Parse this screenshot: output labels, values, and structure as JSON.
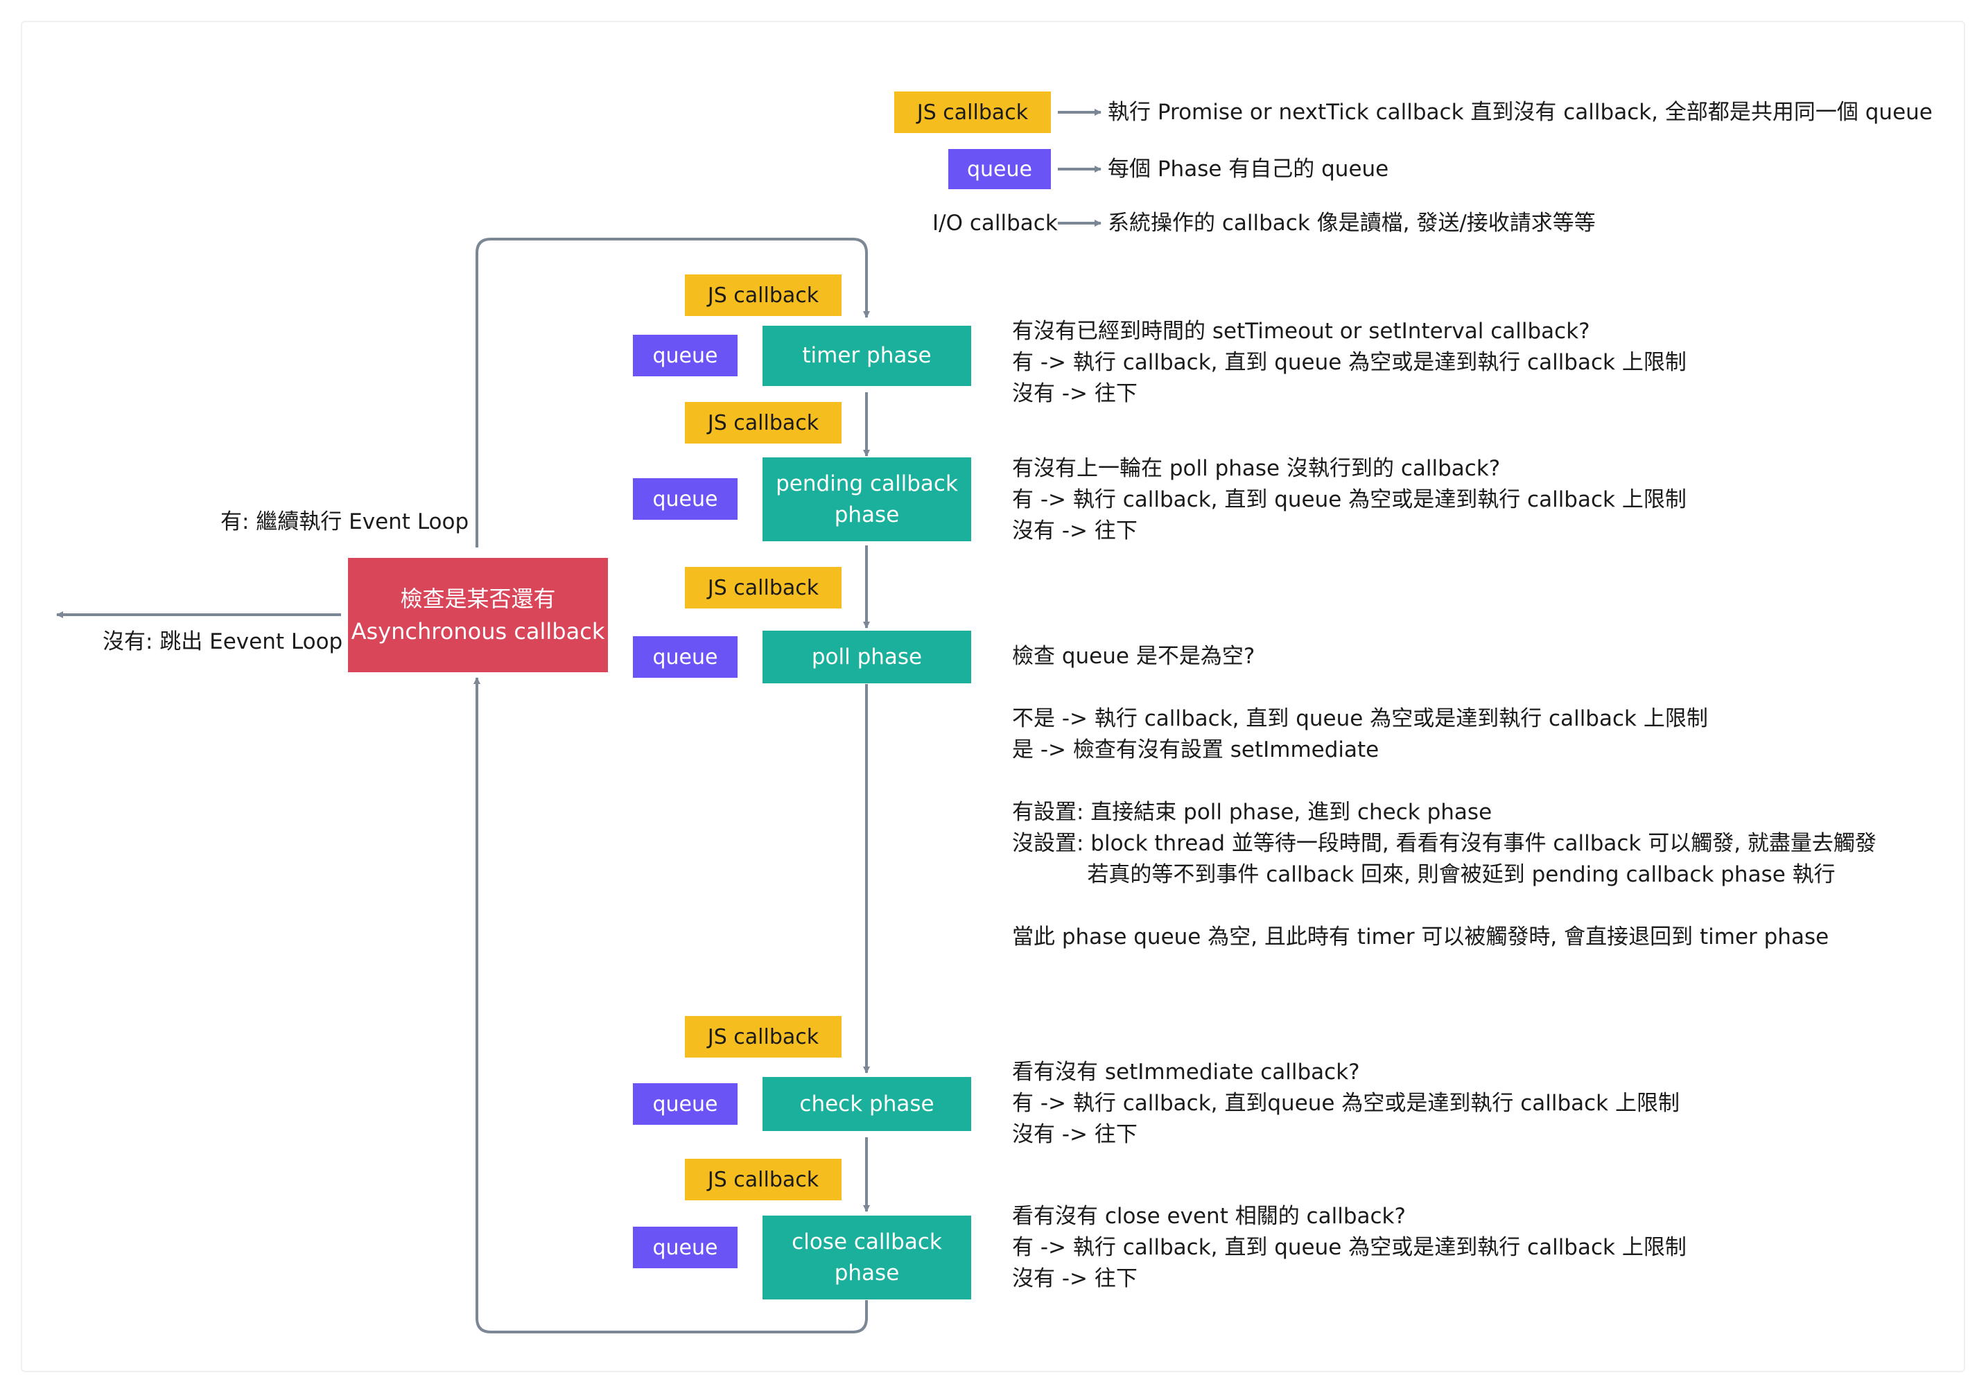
{
  "legend": [
    {
      "badge": "JS callback",
      "description": "執行 Promise or nextTick callback 直到沒有 callback, 全部都是共用同一個 queue"
    },
    {
      "badge": "queue",
      "description": "每個 Phase 有自己的 queue"
    },
    {
      "badge": "I/O callback",
      "description": "系統操作的 callback 像是讀檔, 發送/接收請求等等"
    }
  ],
  "phases": [
    {
      "id": "timer",
      "js_label": "JS callback",
      "queue_label": "queue",
      "name": "timer phase",
      "description": "有沒有已經到時間的 setTimeout or setInterval callback?\n有 -> 執行 callback, 直到 queue 為空或是達到執行 callback 上限制\n沒有 -> 往下"
    },
    {
      "id": "pending",
      "js_label": "JS callback",
      "queue_label": "queue",
      "name": "pending callback\nphase",
      "description": "有沒有上一輪在 poll phase 沒執行到的 callback?\n有 -> 執行 callback, 直到 queue 為空或是達到執行 callback 上限制\n沒有 -> 往下"
    },
    {
      "id": "poll",
      "js_label": "JS callback",
      "queue_label": "queue",
      "name": "poll phase",
      "description": "檢查 queue 是不是為空?\n\n不是 -> 執行 callback, 直到 queue 為空或是達到執行 callback 上限制\n是 -> 檢查有沒有設置 setImmediate\n\n有設置: 直接結束 poll phase, 進到 check phase\n沒設置: block thread 並等待一段時間, 看看有沒有事件 callback 可以觸發, 就盡量去觸發\n           若真的等不到事件 callback 回來, 則會被延到 pending callback phase 執行\n\n當此 phase queue 為空, 且此時有 timer 可以被觸發時, 會直接退回到 timer phase"
    },
    {
      "id": "check",
      "js_label": "JS callback",
      "queue_label": "queue",
      "name": "check phase",
      "description": "看有沒有 setImmediate callback?\n有 -> 執行 callback, 直到queue 為空或是達到執行 callback 上限制\n沒有 -> 往下"
    },
    {
      "id": "close",
      "js_label": "JS callback",
      "queue_label": "queue",
      "name": "close callback\nphase",
      "description": "看有沒有 close event 相關的 callback?\n有 -> 執行 callback, 直到 queue 為空或是達到執行 callback 上限制\n沒有 -> 往下"
    }
  ],
  "check_node": {
    "label": "檢查是某否還有\nAsynchronous callback"
  },
  "edges": {
    "continue_label": "有: 繼續執行 Event Loop",
    "exit_label": "沒有: 跳出 Eevent Loop"
  },
  "colors": {
    "js": "#f6bd1f",
    "queue": "#6a54f5",
    "phase": "#1ab09b",
    "check": "#d94559",
    "line": "#7b8794"
  }
}
